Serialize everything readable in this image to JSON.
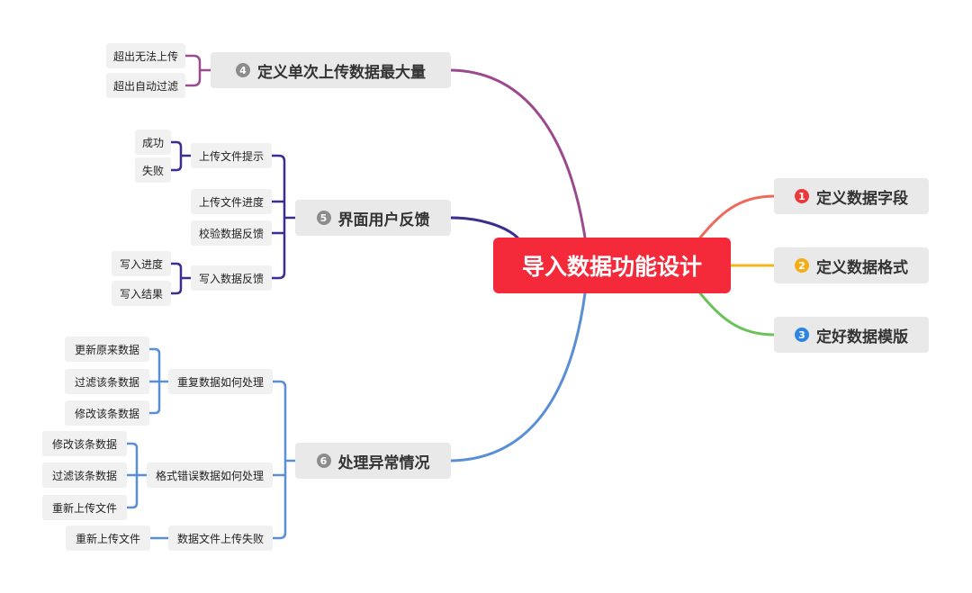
{
  "root": {
    "label": "导入数据功能设计",
    "color": "#f42a3b"
  },
  "branches": {
    "b1": {
      "number": "1",
      "label": "定义数据字段",
      "color": "#f06a5c",
      "badge_color": "#ea3b3b"
    },
    "b2": {
      "number": "2",
      "label": "定义数据格式",
      "color": "#f5b41b",
      "badge_color": "#f5ad17"
    },
    "b3": {
      "number": "3",
      "label": "定好数据模版",
      "color": "#6cc15a",
      "badge_color": "#2f84e0"
    },
    "b4": {
      "number": "4",
      "label": "定义单次上传数据最大量",
      "color": "#9b4a8e",
      "badge_color": "#8c8c8c",
      "children": [
        "超出无法上传",
        "超出自动过滤"
      ]
    },
    "b5": {
      "number": "5",
      "label": "界面用户反馈",
      "color": "#3a2f8f",
      "badge_color": "#8c8c8c",
      "children": [
        {
          "label": "上传文件提示",
          "children": [
            "成功",
            "失败"
          ]
        },
        {
          "label": "上传文件进度"
        },
        {
          "label": "校验数据反馈"
        },
        {
          "label": "写入数据反馈",
          "children": [
            "写入进度",
            "写入结果"
          ]
        }
      ]
    },
    "b6": {
      "number": "6",
      "label": "处理异常情况",
      "color": "#5a8fd6",
      "badge_color": "#8c8c8c",
      "children": [
        {
          "label": "重复数据如何处理",
          "children": [
            "更新原来数据",
            "过滤该条数据",
            "修改该条数据"
          ]
        },
        {
          "label": "格式错误数据如何处理",
          "children": [
            "修改该条数据",
            "过滤该条数据",
            "重新上传文件"
          ]
        },
        {
          "label": "数据文件上传失败",
          "children": [
            "重新上传文件"
          ]
        }
      ]
    }
  }
}
